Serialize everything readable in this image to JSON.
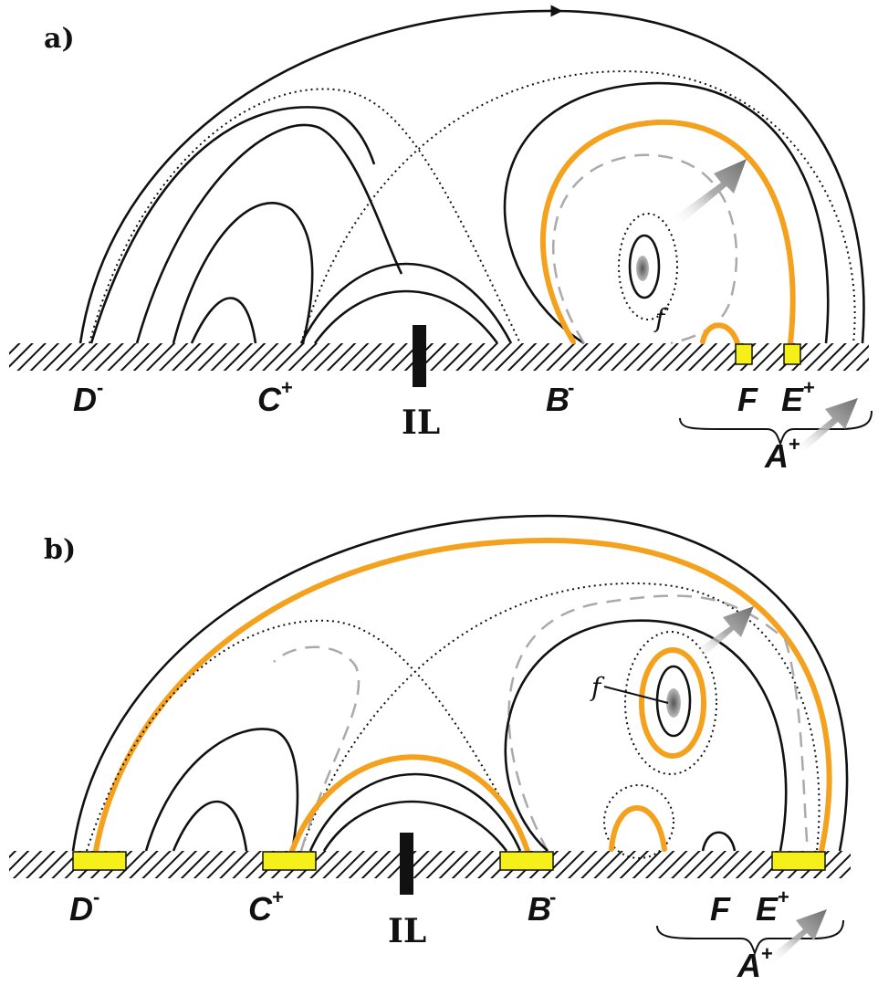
{
  "colors": {
    "field_line": "#111111",
    "separatrix": "#111111",
    "dashed_line": "#aaaaaa",
    "reconnected_loop": "#f4a21e",
    "footpoint": "#f5ef1a",
    "arrow": "#808080"
  },
  "panel_a": {
    "label": "a)",
    "footpoints": {
      "D": {
        "name": "D",
        "sign": "-"
      },
      "C": {
        "name": "C",
        "sign": "+"
      },
      "B": {
        "name": "B",
        "sign": "-"
      },
      "F": {
        "name": "F",
        "sign": ""
      },
      "E": {
        "name": "E",
        "sign": "+"
      },
      "A": {
        "name": "A",
        "sign": "+"
      }
    },
    "inversion_line": "IL",
    "rope_label": "f"
  },
  "panel_b": {
    "label": "b)",
    "footpoints": {
      "D": {
        "name": "D",
        "sign": "-"
      },
      "C": {
        "name": "C",
        "sign": "+"
      },
      "B": {
        "name": "B",
        "sign": "-"
      },
      "F": {
        "name": "F",
        "sign": ""
      },
      "E": {
        "name": "E",
        "sign": "+"
      },
      "A": {
        "name": "A",
        "sign": "+"
      }
    },
    "inversion_line": "IL",
    "rope_label": "f"
  }
}
